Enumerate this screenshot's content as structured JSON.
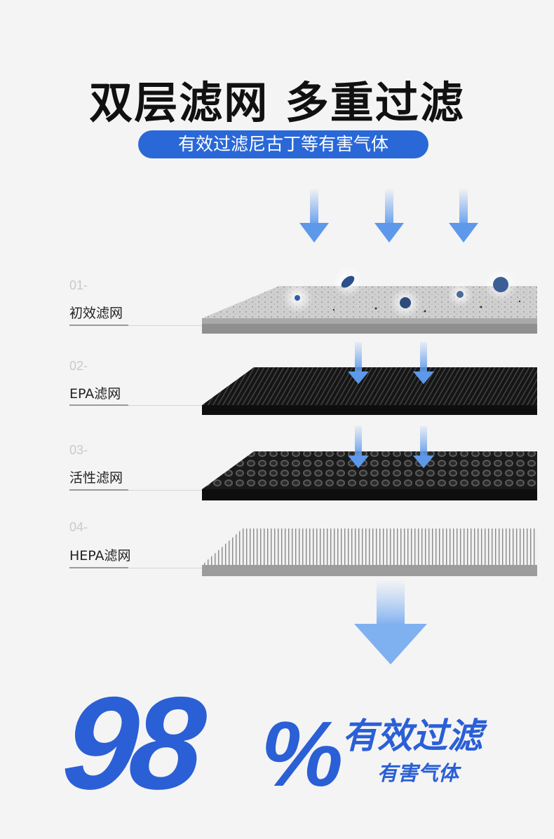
{
  "header": {
    "title": "双层滤网 多重过滤",
    "subtitle": "有效过滤尼古丁等有害气体"
  },
  "layers": [
    {
      "num": "01-",
      "name": "初效滤网"
    },
    {
      "num": "02-",
      "name": "EPA滤网"
    },
    {
      "num": "03-",
      "name": "活性滤网"
    },
    {
      "num": "04-",
      "name": "HEPA滤网"
    }
  ],
  "result": {
    "number": "98",
    "percent": "%",
    "main": "有效过滤",
    "sub": "有害气体"
  },
  "colors": {
    "accent": "#2a5fd6",
    "pill": "#2a68d8",
    "arrow": "#6aa2ee"
  }
}
